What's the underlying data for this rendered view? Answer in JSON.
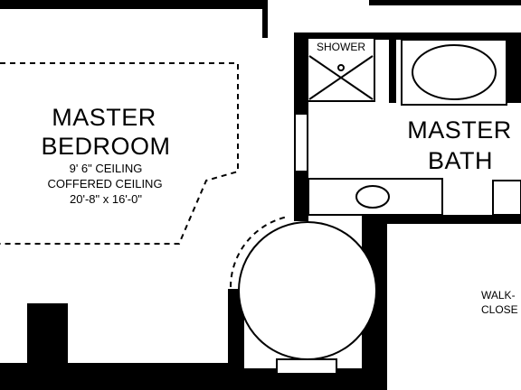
{
  "rooms": {
    "master_bedroom": {
      "name_line1": "MASTER",
      "name_line2": "BEDROOM",
      "ceiling_height": "9' 6\" CEILING",
      "ceiling_type": "COFFERED CEILING",
      "dimensions": "20'-8\" x 16'-0\""
    },
    "master_bath": {
      "name_line1": "MASTER",
      "name_line2": "BATH"
    },
    "shower": {
      "label": "SHOWER"
    },
    "walk_in_closet": {
      "name_line1": "WALK-",
      "name_line2": "CLOSE"
    }
  },
  "colors": {
    "wall": "#000000",
    "background": "#ffffff"
  }
}
